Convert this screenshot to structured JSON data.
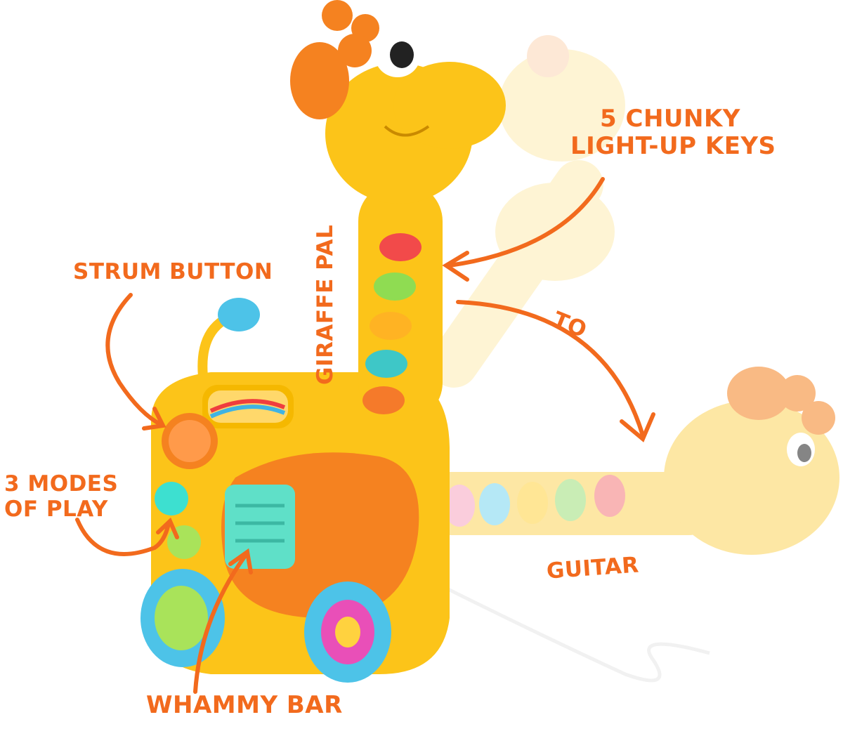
{
  "labels": {
    "keys_line1": "5 CHUNKY",
    "keys_line2": "LIGHT-UP KEYS",
    "strum": "STRUM BUTTON",
    "modes_line1": "3 MODES",
    "modes_line2": "OF PLAY",
    "whammy": "WHAMMY BAR",
    "giraffe": "GIRAFFE PAL",
    "to": "TO",
    "guitar": "GUITAR"
  },
  "colors": {
    "label_orange": "#f26a1d",
    "toy_yellow": "#fcc419",
    "toy_orange": "#f58220",
    "wheel_blue": "#4dc3e8",
    "whammy_teal": "#5fe0c8"
  }
}
